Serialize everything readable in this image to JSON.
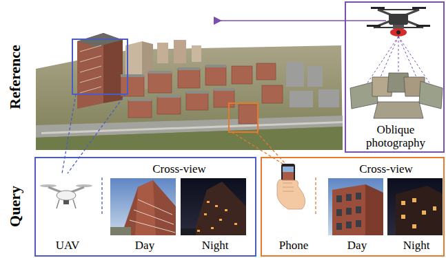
{
  "diagram": {
    "nodes": [
      {
        "text": [
          "Oblique photography"
        ]
      },
      {
        "text": [
          "Cross-view",
          "UAV",
          "Day",
          "Night"
        ]
      },
      {
        "text": [
          "Cross-view",
          "Phone",
          "Day",
          "Night"
        ]
      }
    ],
    "labels": [
      "Reference",
      "Query"
    ]
  }
}
